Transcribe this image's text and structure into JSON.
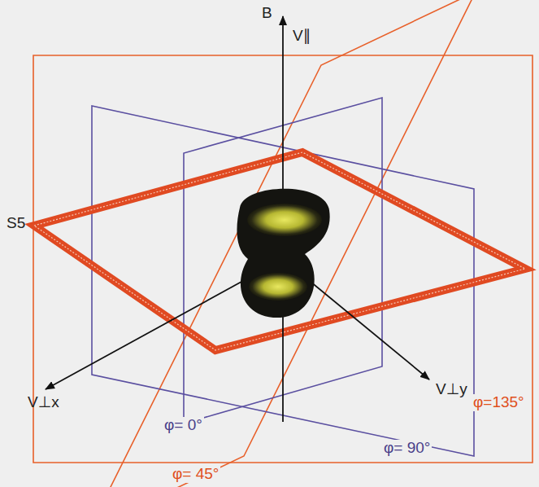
{
  "diagram": {
    "labels": [
      "B",
      "V∥",
      "S5",
      "V⊥x",
      "V⊥y",
      "φ= 0°",
      "φ= 45°",
      "φ= 90°",
      "φ=135°"
    ]
  }
}
